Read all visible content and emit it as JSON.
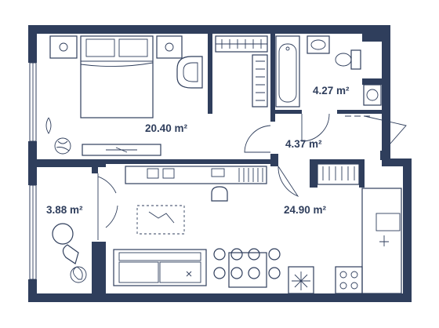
{
  "floorplan": {
    "colors": {
      "wall": "#2f3e5c",
      "background": "#ffffff"
    },
    "rooms": [
      {
        "id": "bedroom",
        "area": "20.40 m²"
      },
      {
        "id": "bathroom",
        "area": "4.27 m²"
      },
      {
        "id": "hall",
        "area": "4.37 m²"
      },
      {
        "id": "balcony",
        "area": "3.88 m²"
      },
      {
        "id": "living-kitchen",
        "area": "24.90 m²"
      }
    ],
    "icons": [
      "bed-icon",
      "armchair-icon",
      "bathtub-icon",
      "sink-icon",
      "toilet-icon",
      "washer-icon",
      "wardrobe-icon",
      "plant-icon",
      "sofa-icon",
      "dining-table-icon",
      "stove-icon",
      "fridge-icon",
      "desk-icon",
      "door-icon",
      "window-icon"
    ]
  }
}
